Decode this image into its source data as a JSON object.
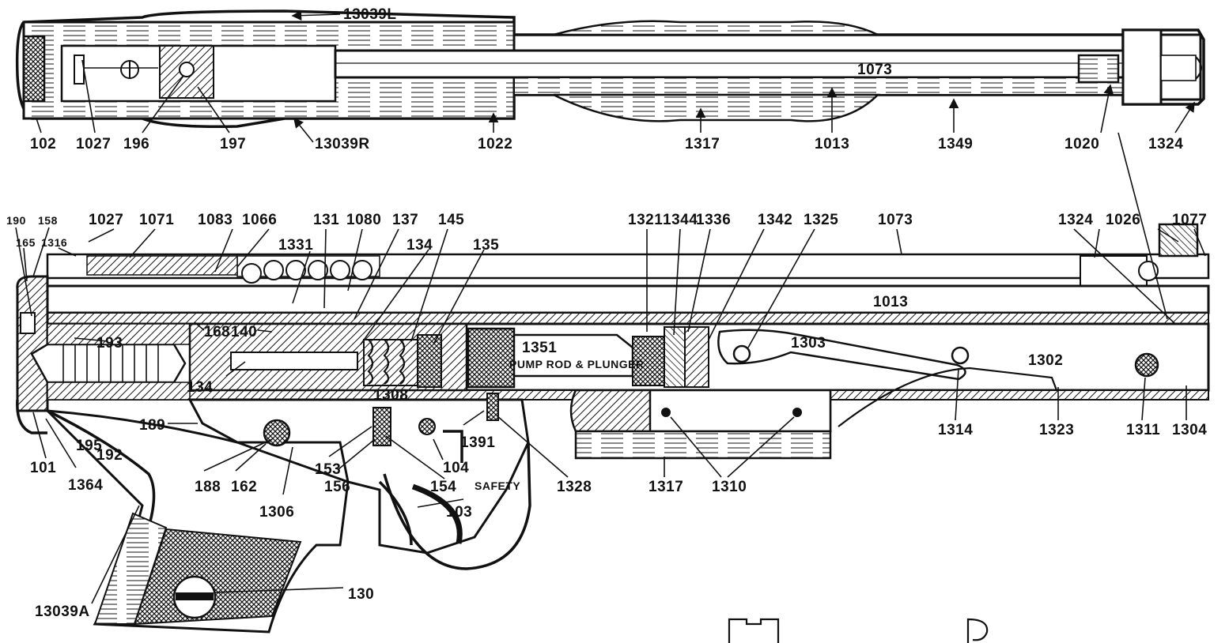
{
  "top_view": {
    "labels": [
      "13039L",
      "102",
      "1027",
      "196",
      "197",
      "13039R",
      "1022",
      "1317",
      "1013",
      "1349",
      "1020",
      "1324",
      "1073"
    ]
  },
  "side_view": {
    "labels_top": [
      "190",
      "158",
      "165",
      "1316",
      "1027",
      "1071",
      "1083",
      "1066",
      "1331",
      "131",
      "1080",
      "137",
      "145",
      "134",
      "135",
      "1321",
      "1344",
      "1336",
      "1342",
      "1325",
      "1073",
      "1324",
      "1026",
      "1077",
      "168",
      "140",
      "193"
    ],
    "labels_inside": [
      "1013",
      "1351",
      "1303",
      "1302",
      "1308",
      "195",
      "192"
    ],
    "pump_rod_label": "PUMP ROD & PLUNGER",
    "labels_bottom": [
      "134",
      "189",
      "101",
      "1364",
      "188",
      "162",
      "1306",
      "153",
      "156",
      "154",
      "104",
      "103",
      "1391",
      "1328",
      "1317",
      "1310",
      "1314",
      "1323",
      "1311",
      "1304",
      "13039A",
      "130"
    ],
    "safety_label": "SAFETY"
  }
}
